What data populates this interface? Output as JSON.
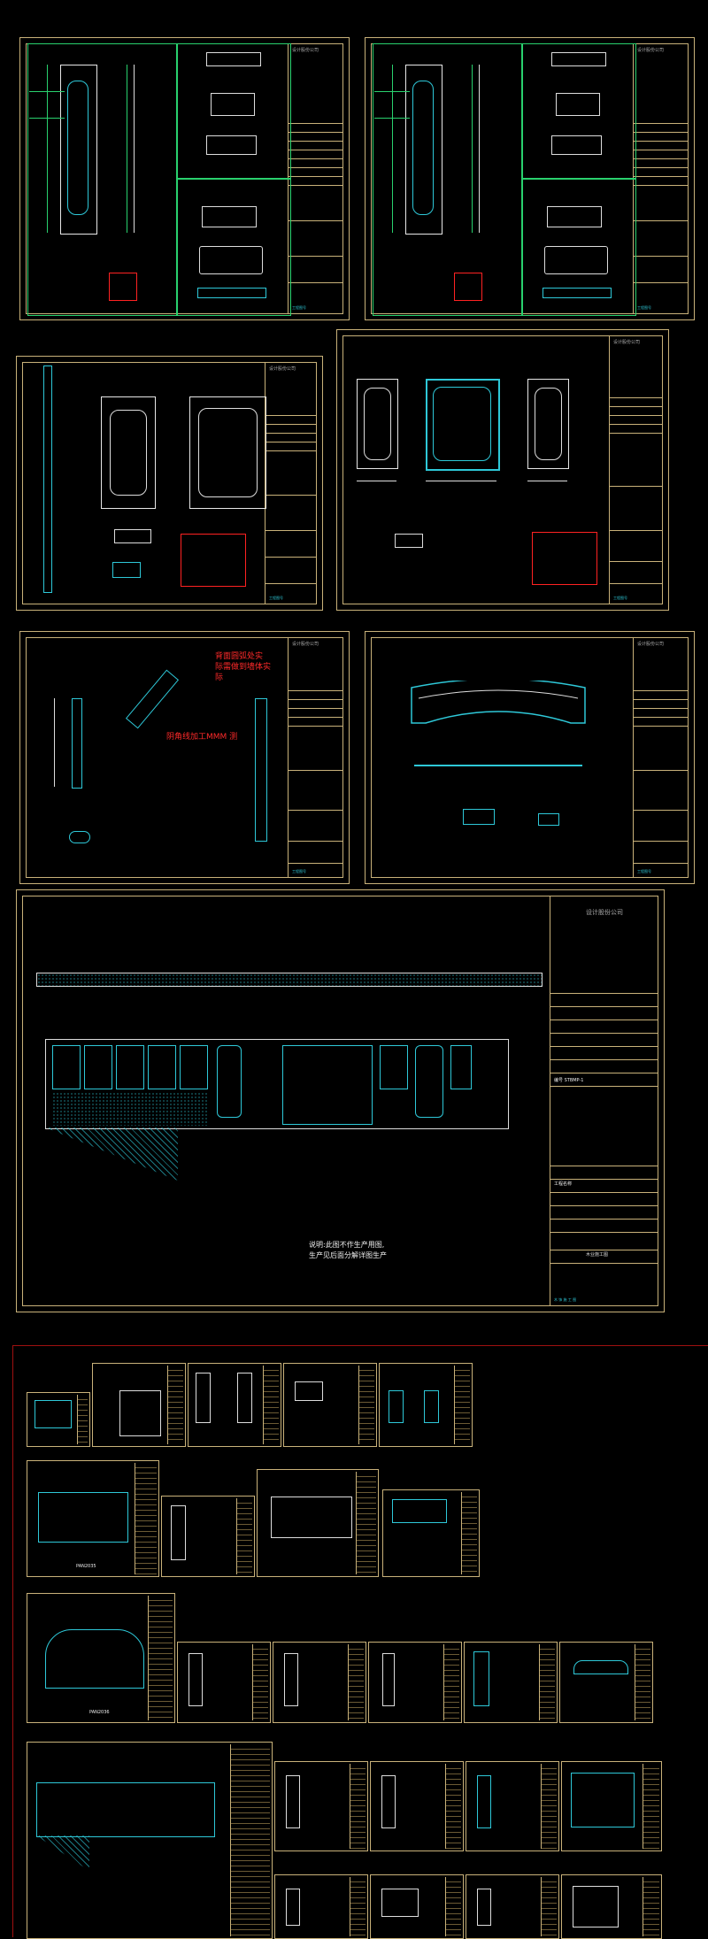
{
  "app_title": "CAD drawing sheets overview",
  "notes": {
    "top_red_note": "背面圆弧处实\n际需做到墙体实\n际",
    "mid_red_note": "阴角线加工MMM 测",
    "bottom_white_note": "说明:此图不作生产用图,\n生产见后面分解详图生产"
  },
  "big_sheet": {
    "title_block_header": "设计股份公司",
    "project_label": "工程名称",
    "drawing_no": "编号 STBMP-1",
    "stamp": "木业施工图",
    "footer": "木 饰 施 工 图"
  },
  "title_block": {
    "header": "设计股份公司",
    "footer_line": "工程图号"
  },
  "overview_labels": {
    "row2_label": "PAN2035",
    "row3_label": "PAN2036"
  },
  "colors": {
    "frame": "#c9b27a",
    "cyan": "#2ec8d8",
    "green": "#29d16e",
    "red": "#ff2222",
    "separator": "#a01010"
  }
}
